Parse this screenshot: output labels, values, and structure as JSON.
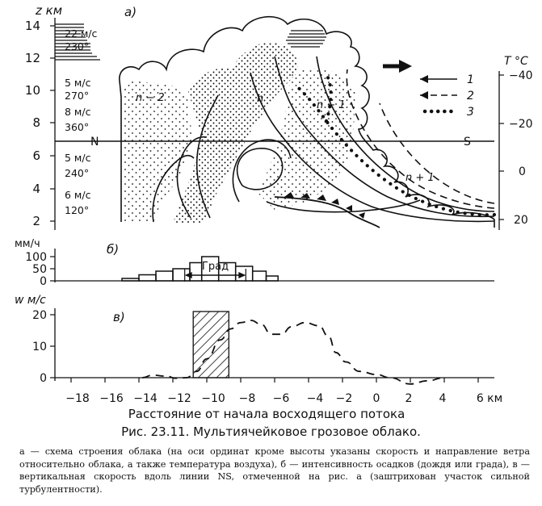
{
  "figure": {
    "panel_a": {
      "label": "а)",
      "z_axis": {
        "title": "z км",
        "ticks": [
          "14",
          "12",
          "10",
          "8",
          "6",
          "4",
          "2"
        ]
      },
      "t_axis": {
        "title": "T °C",
        "ticks": [
          "−40",
          "−20",
          "0",
          "20"
        ]
      },
      "wind_labels": [
        {
          "speed": "22 м/с",
          "dir": "230°"
        },
        {
          "speed": "5 м/с",
          "dir": "270°"
        },
        {
          "speed": "8 м/с",
          "dir": "360°"
        },
        {
          "speed": "5 м/с",
          "dir": "240°"
        },
        {
          "speed": "6 м/с",
          "dir": "120°"
        }
      ],
      "line_labels": {
        "n": "N",
        "s": "S"
      },
      "cell_labels": {
        "n_minus_2": "n − 2",
        "n_minus_1": "n − 1",
        "n": "n",
        "n_plus_1": "n + 1"
      },
      "legend": [
        "1",
        "2",
        "3"
      ]
    },
    "panel_b": {
      "label": "б)",
      "y_axis": {
        "title": "мм/ч",
        "ticks": [
          "100",
          "50",
          "0"
        ]
      },
      "hail_label": "Град"
    },
    "panel_c": {
      "label": "в)",
      "y_axis": {
        "title": "w м/с",
        "ticks": [
          "20",
          "10",
          "0"
        ]
      }
    },
    "x_axis": {
      "ticks": [
        "−18",
        "−16",
        "−14",
        "−12",
        "−10",
        "−8",
        "−6",
        "−4",
        "−2",
        "0",
        "2",
        "4",
        "6 км"
      ],
      "title": "Расстояние от начала восходящего потока"
    }
  },
  "chart_data": [
    {
      "type": "bar",
      "title": "б)",
      "ylabel": "мм/ч",
      "xlabel": "Расстояние от начала восходящего потока",
      "ylim": [
        0,
        100
      ],
      "x_range": [
        -19.5,
        6
      ],
      "steps": [
        {
          "x0": -15.0,
          "x1": -14.0,
          "value": 10
        },
        {
          "x0": -14.0,
          "x1": -13.0,
          "value": 25
        },
        {
          "x0": -13.0,
          "x1": -12.0,
          "value": 40
        },
        {
          "x0": -12.0,
          "x1": -11.0,
          "value": 50
        },
        {
          "x0": -11.0,
          "x1": -10.3,
          "value": 75
        },
        {
          "x0": -10.3,
          "x1": -9.3,
          "value": 100
        },
        {
          "x0": -9.3,
          "x1": -8.3,
          "value": 75
        },
        {
          "x0": -8.3,
          "x1": -7.3,
          "value": 60
        },
        {
          "x0": -7.3,
          "x1": -6.5,
          "value": 40
        },
        {
          "x0": -6.5,
          "x1": -5.8,
          "value": 20
        }
      ],
      "hail_range": [
        -11.3,
        -7.7
      ]
    },
    {
      "type": "line",
      "title": "в)",
      "ylabel": "w м/с",
      "xlabel": "Расстояние от начала восходящего потока",
      "ylim": [
        0,
        20
      ],
      "x_range": [
        -19.5,
        6
      ],
      "hatched_range": [
        -10.8,
        -8.7
      ],
      "series": [
        {
          "x": [
            -13.8,
            -13.2,
            -12.4,
            -11.8,
            -11.2,
            -10.6,
            -10.0,
            -9.2,
            -8.6,
            -8.0,
            -7.4,
            -6.8,
            -6.2,
            -5.6,
            -5.0,
            -4.2,
            -3.4,
            -2.8,
            -2.4,
            -1.8,
            -1.0,
            0.0,
            0.8,
            2.0,
            3.0,
            4.0
          ],
          "y": [
            0,
            0.8,
            0.5,
            -0.2,
            0,
            2,
            6,
            12,
            15.5,
            17.5,
            18.2,
            17,
            13.8,
            13.8,
            16.2,
            17.5,
            16.5,
            13,
            8,
            5,
            2,
            1,
            0,
            -2,
            -1,
            0
          ]
        }
      ]
    }
  ],
  "caption": "Рис. 23.11. Мультиячейковое грозовое облако.",
  "legend_text": "а — схема строения облака (на оси ординат кроме высоты указаны скорость и направление ветра относительно облака, а также температура воздуха), б — интенсивность осадков (дождя или града), в — вертикальная скорость вдоль линии NS, отмеченной на рис. а (заштрихован участок сильной турбулентности)."
}
